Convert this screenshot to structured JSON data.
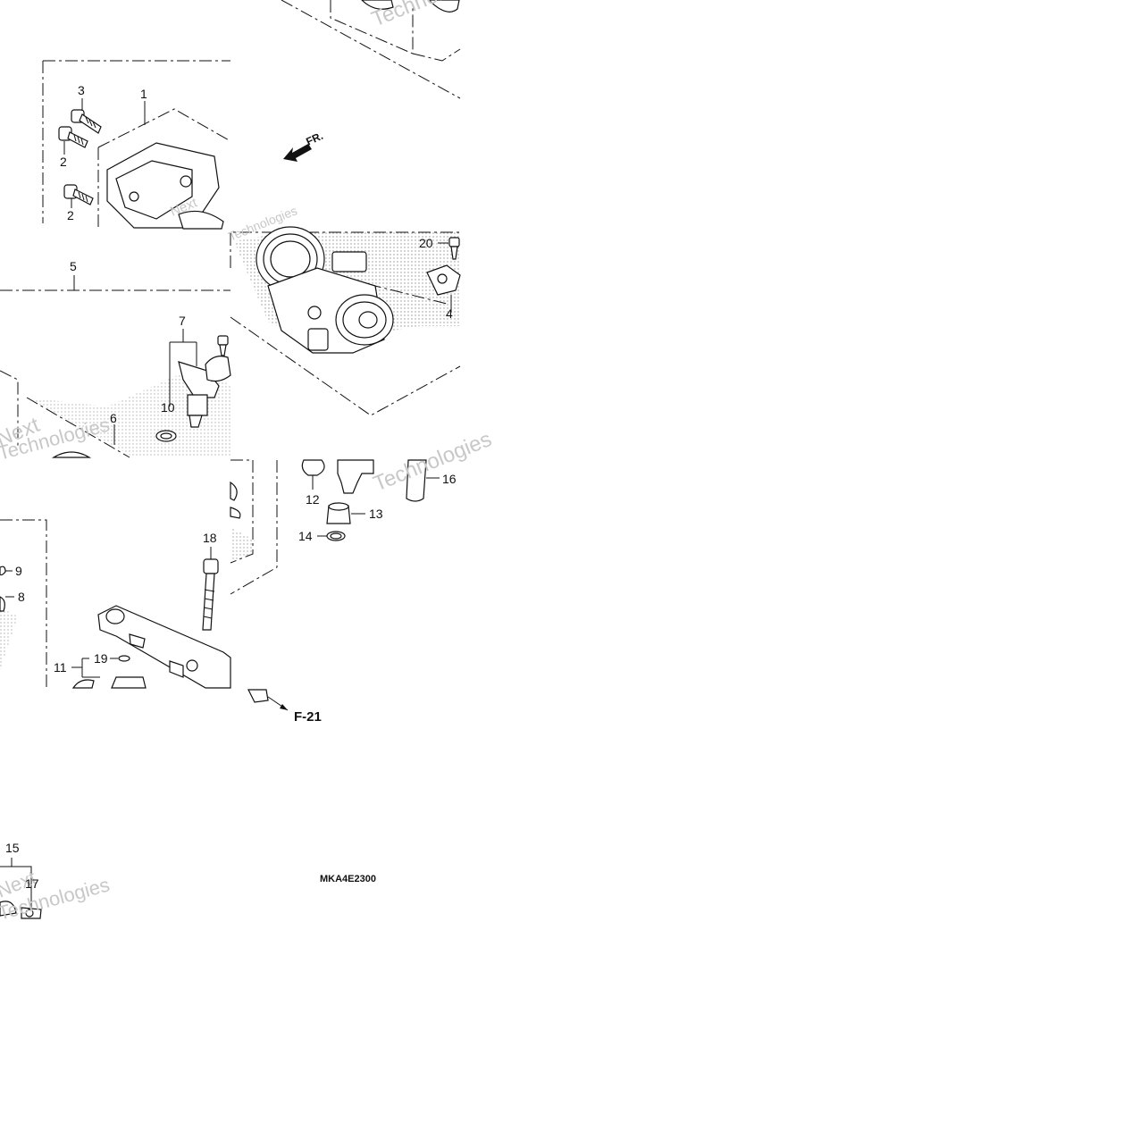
{
  "diagram": {
    "callouts": [
      "1",
      "2",
      "2",
      "3",
      "4",
      "5",
      "6",
      "7",
      "8",
      "9",
      "10",
      "11",
      "12",
      "13",
      "14",
      "15",
      "16",
      "17",
      "18",
      "19",
      "20"
    ],
    "direction_label": "FR.",
    "reference_label": "F-21",
    "part_code": "MKA4E2300",
    "watermarks": [
      "Next",
      "Technologies",
      "Technologies",
      "Next",
      "Technologies",
      "Technologies",
      "Next",
      "Technologies"
    ]
  }
}
